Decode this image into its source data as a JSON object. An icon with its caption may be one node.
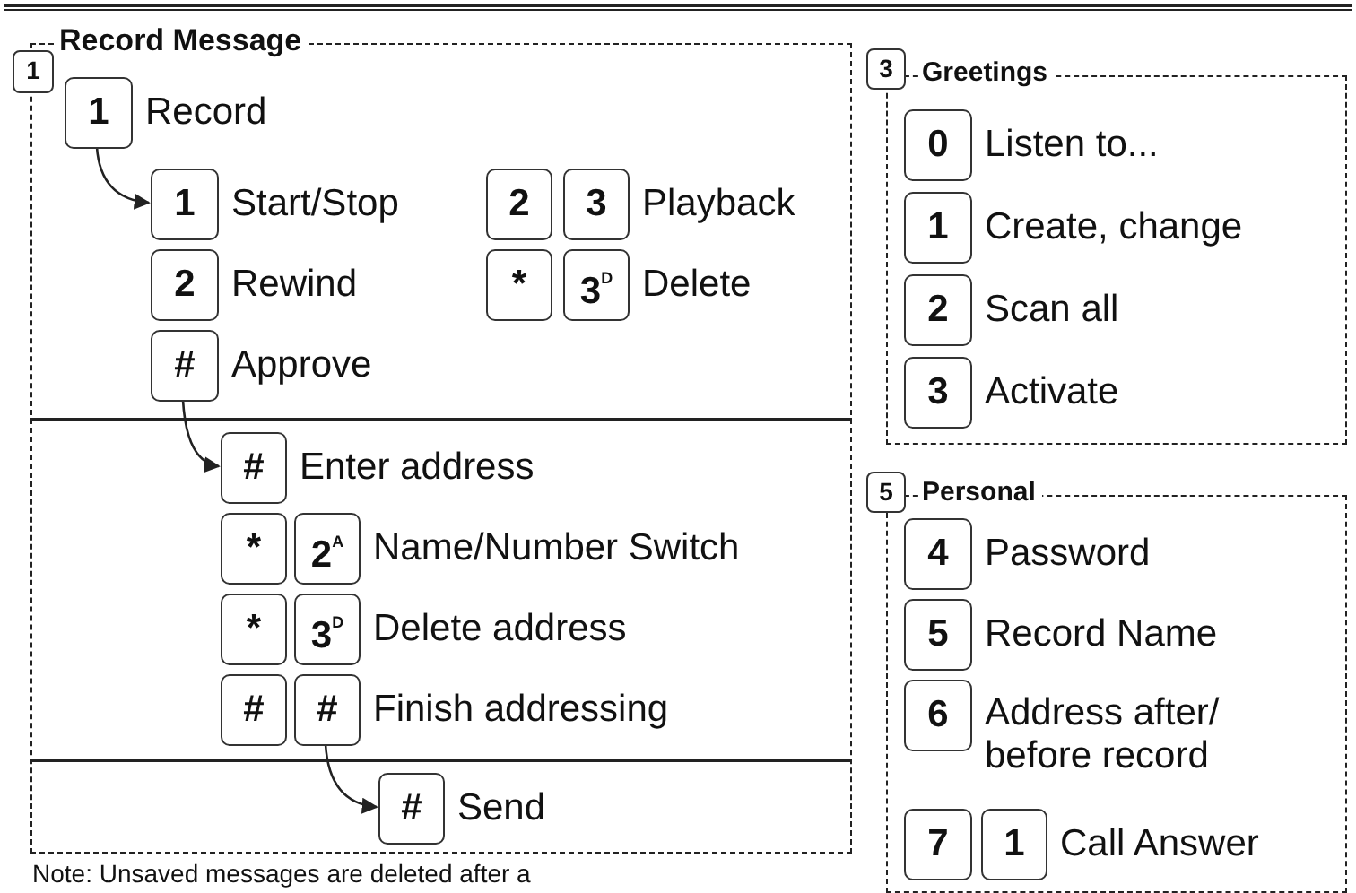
{
  "diagram": {
    "nodes": [
      {
        "text": [
          "Record Message"
        ]
      },
      {
        "text": [
          "1"
        ]
      },
      {
        "text": [
          "1"
        ],
        "in": 0,
        "beside": [
          "Record"
        ]
      },
      {
        "text": [
          "1"
        ],
        "in": 0,
        "beside": [
          "Start/Stop"
        ]
      },
      {
        "text": [
          "2"
        ],
        "in": 0
      },
      {
        "text": [
          "3"
        ],
        "in": 0,
        "beside": [
          "Playback"
        ]
      },
      {
        "text": [
          "2"
        ],
        "in": 0,
        "beside": [
          "Rewind"
        ]
      },
      {
        "text": [
          "*"
        ],
        "in": 0
      },
      {
        "text": [
          "3$^{D}$"
        ],
        "in": 0,
        "beside": [
          "Delete"
        ]
      },
      {
        "text": [
          "#"
        ],
        "in": 0,
        "beside": [
          "Approve"
        ]
      },
      {
        "text": [
          "#"
        ],
        "in": 0,
        "beside": [
          "Enter address"
        ]
      },
      {
        "text": [
          "*"
        ],
        "in": 0
      },
      {
        "text": [
          "2$^{A}$"
        ],
        "in": 0,
        "beside": [
          "Name/Number Switch"
        ]
      },
      {
        "text": [
          "*"
        ],
        "in": 0
      },
      {
        "text": [
          "3$^{D}$"
        ],
        "in": 0,
        "beside": [
          "Delete address"
        ]
      },
      {
        "text": [
          "#"
        ],
        "in": 0
      },
      {
        "text": [
          "#"
        ],
        "in": 0,
        "beside": [
          "Finish addressing"
        ]
      },
      {
        "text": [
          "#"
        ],
        "in": 0,
        "beside": [
          "Send"
        ]
      },
      {
        "text": [
          "Greetings"
        ]
      },
      {
        "text": [
          "3"
        ]
      },
      {
        "text": [
          "0"
        ],
        "in": 18,
        "beside": [
          "Listen to..."
        ]
      },
      {
        "text": [
          "1"
        ],
        "in": 18,
        "beside": [
          "Create, change"
        ]
      },
      {
        "text": [
          "2"
        ],
        "in": 18,
        "beside": [
          "Scan all"
        ]
      },
      {
        "text": [
          "3"
        ],
        "in": 18,
        "beside": [
          "Activate"
        ]
      },
      {
        "text": [
          "Personal"
        ]
      },
      {
        "text": [
          "5"
        ]
      },
      {
        "text": [
          "4"
        ],
        "in": 24,
        "beside": [
          "Password"
        ]
      },
      {
        "text": [
          "5"
        ],
        "in": 24,
        "beside": [
          "Record Name"
        ]
      },
      {
        "text": [
          "6"
        ],
        "in": 24,
        "beside": [
          "Address after/ before record"
        ]
      },
      {
        "text": [
          "7"
        ],
        "in": 24
      },
      {
        "text": [
          "1"
        ],
        "in": 24,
        "beside": [
          "Call Answer"
        ]
      }
    ],
    "edges": [
      {
        "from": 2,
        "to": 3,
        "arrow": "to"
      },
      {
        "from": 9,
        "to": 10,
        "arrow": "to"
      },
      {
        "from": 16,
        "to": 17,
        "arrow": "to"
      }
    ],
    "labels": [
      "Note: Unsaved messages are deleted after a"
    ]
  }
}
